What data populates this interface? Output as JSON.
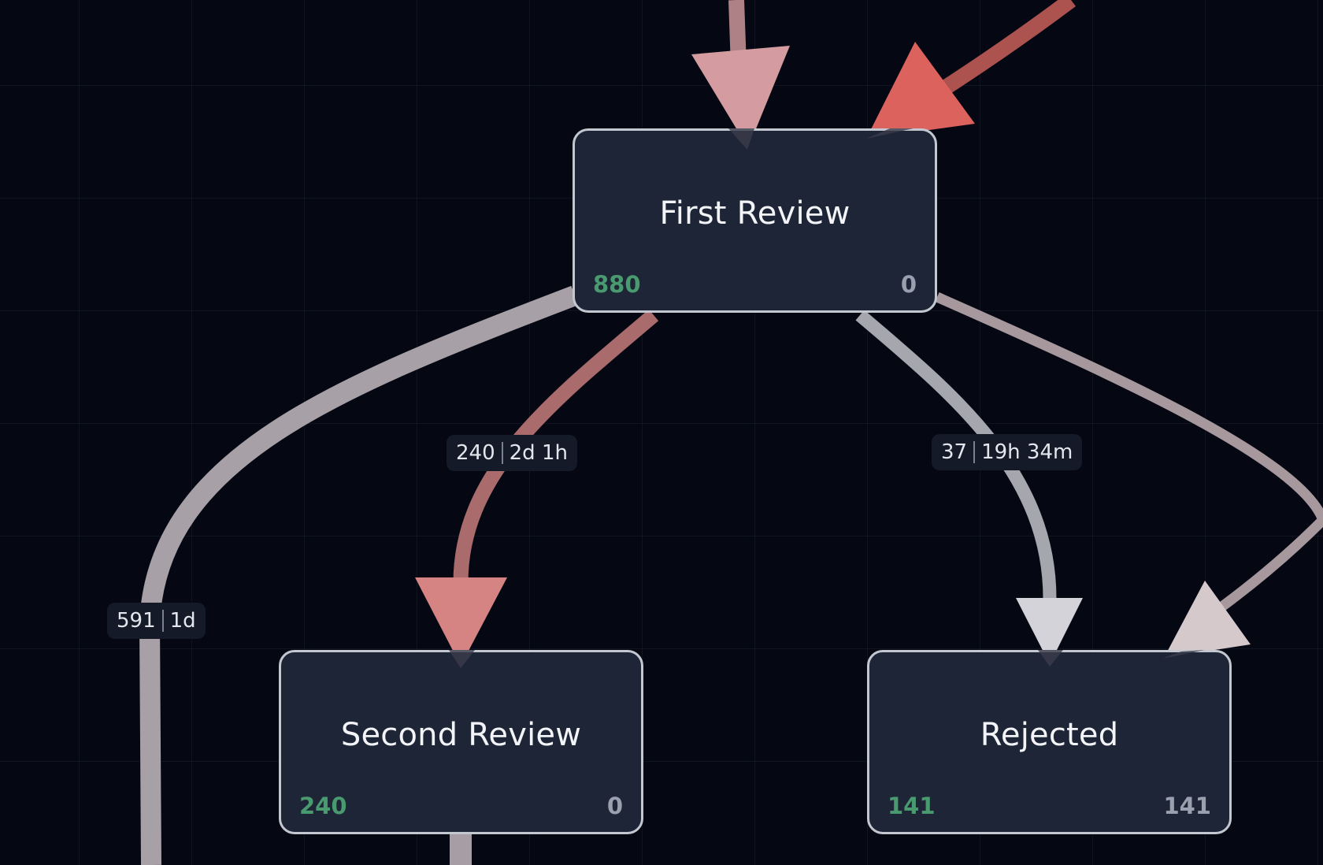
{
  "nodes": [
    {
      "id": "first-review",
      "title": "First Review",
      "count_left": "880",
      "count_right": "0"
    },
    {
      "id": "second-review",
      "title": "Second Review",
      "count_left": "240",
      "count_right": "0"
    },
    {
      "id": "rejected",
      "title": "Rejected",
      "count_left": "141",
      "count_right": "141"
    }
  ],
  "edges": [
    {
      "id": "first-to-second",
      "from": "First Review",
      "to": "Second Review",
      "count": "240",
      "duration": "2d 1h",
      "color": "#a96b6c",
      "arrow_color": "#d68384"
    },
    {
      "id": "first-to-rejected",
      "from": "First Review",
      "to": "Rejected",
      "count": "37",
      "duration": "19h 34m",
      "color": "#a6a6ae",
      "arrow_color": "#d4d3da"
    },
    {
      "id": "first-to-offscreen-left",
      "from": "First Review",
      "to": "",
      "count": "591",
      "duration": "1d",
      "color": "#a7a0a6"
    },
    {
      "id": "first-to-rejected-loop",
      "from": "First Review",
      "to": "Rejected",
      "color": "#a7989e",
      "arrow_color": "#d5c9cc"
    },
    {
      "id": "incoming-top",
      "to": "First Review",
      "color": "#ad8185",
      "arrow_color": "#d49ca0"
    },
    {
      "id": "incoming-top-right",
      "to": "First Review",
      "color": "#ac5350",
      "arrow_color": "#dc625e"
    },
    {
      "id": "second-to-offscreen-bottom",
      "from": "Second Review",
      "color": "#a79ea5"
    }
  ],
  "colors": {
    "background": "#050813",
    "node_fill": "#1e2536",
    "node_border": "#c3c7cf",
    "count_green": "#4a9a70",
    "count_gray": "#9aa0ad"
  }
}
